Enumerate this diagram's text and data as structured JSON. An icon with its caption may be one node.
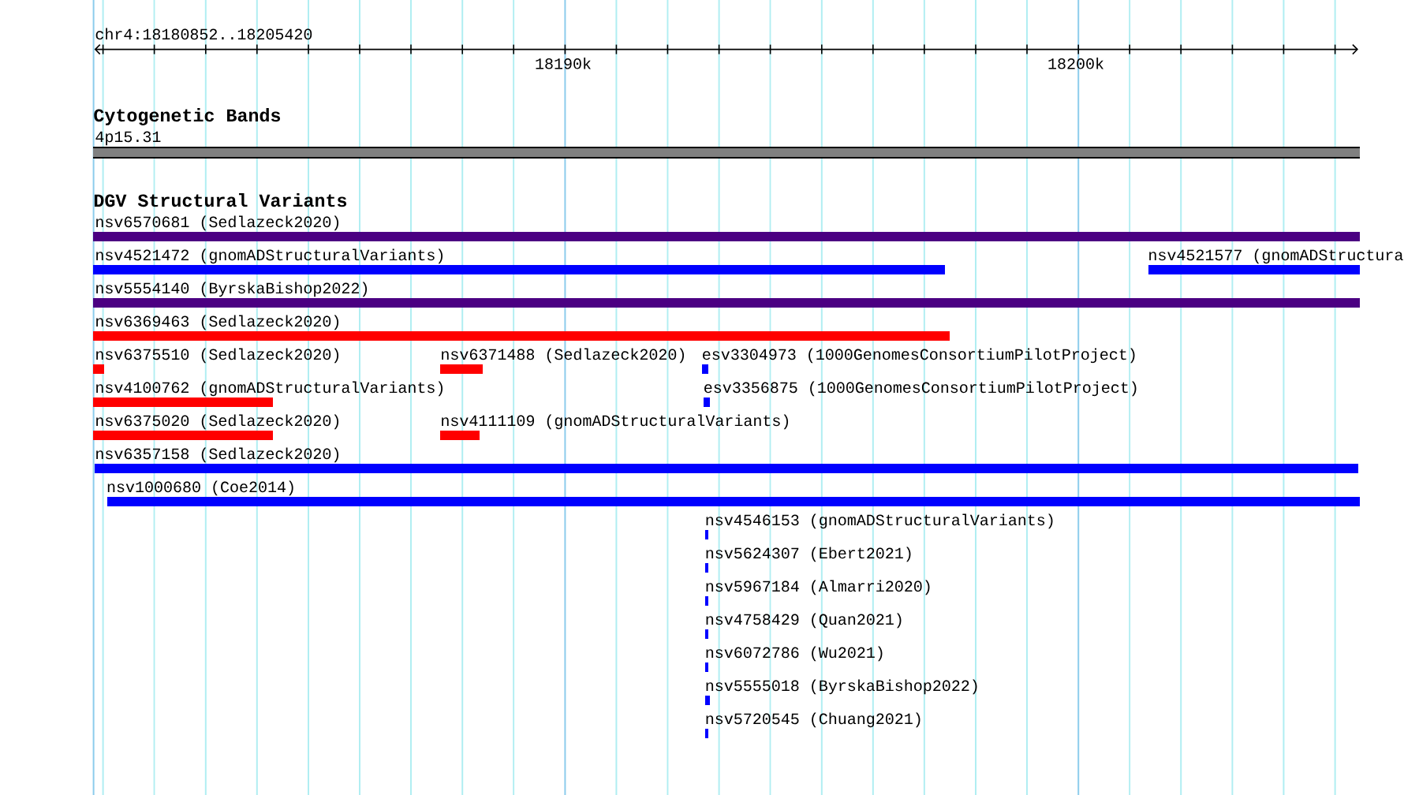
{
  "diagram": {
    "nodes": [
      {
        "text": [
          "4p15.31"
        ]
      },
      {
        "text": [
          "nsv6570681 (Sedlazeck2020)"
        ]
      },
      {
        "text": [
          "nsv4521472 (gnomADStructuralVariants)"
        ]
      },
      {
        "text": [
          "nsv4521577 (gnomADStructura"
        ]
      },
      {
        "text": [
          "nsv5554140 (ByrskaBishop2022)"
        ]
      },
      {
        "text": [
          "nsv6369463 (Sedlazeck2020)"
        ]
      },
      {
        "text": [
          "nsv6375510 (Sedlazeck2020)"
        ]
      },
      {
        "text": [
          "nsv6371488 (Sedlazeck2020)"
        ]
      },
      {
        "text": [
          "esv3304973 (1000GenomesConsortiumPilotProject)"
        ]
      },
      {
        "text": [
          "nsv4100762 (gnomADStructuralVariants)"
        ]
      },
      {
        "text": [
          "esv3356875 (1000GenomesConsortiumPilotProject)"
        ]
      },
      {
        "text": [
          "nsv6375020 (Sedlazeck2020)"
        ]
      },
      {
        "text": [
          "nsv4111109 (gnomADStructuralVariants)"
        ]
      },
      {
        "text": [
          "nsv6357158 (Sedlazeck2020)"
        ]
      },
      {
        "text": [
          "nsv1000680 (Coe2014)"
        ]
      },
      {
        "text": [
          "nsv4546153 (gnomADStructuralVariants)"
        ]
      },
      {
        "text": [
          "nsv5624307 (Ebert2021)"
        ]
      },
      {
        "text": [
          "nsv5967184 (Almarri2020)"
        ]
      },
      {
        "text": [
          "nsv4758429 (Quan2021)"
        ]
      },
      {
        "text": [
          "nsv6072786 (Wu2021)"
        ]
      },
      {
        "text": [
          "nsv5555018 (ByrskaBishop2022)"
        ]
      },
      {
        "text": [
          "nsv5720545 (Chuang2021)"
        ]
      }
    ],
    "labels": [
      "chr4:18180852..18205420",
      "18190k",
      "18200k",
      "Cytogenetic Bands",
      "DGV Structural Variants"
    ]
  }
}
